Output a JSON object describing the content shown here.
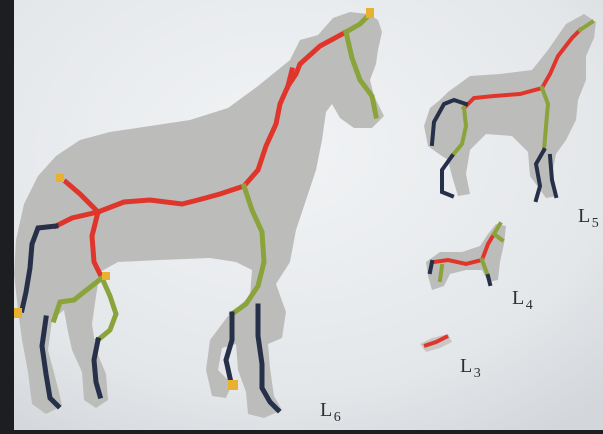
{
  "figure": {
    "labels": [
      {
        "level": "L",
        "sub": "6"
      },
      {
        "level": "L",
        "sub": "5"
      },
      {
        "level": "L",
        "sub": "4"
      },
      {
        "level": "L",
        "sub": "3"
      }
    ],
    "colors": {
      "paper": "#e9ecef",
      "silhouette": "#bdbdbc",
      "torso_skeleton": "#e0352b",
      "front_leg_skeleton": "#8aa33a",
      "lower_leg_skeleton": "#273049",
      "endpoint": "#e8b230"
    }
  }
}
